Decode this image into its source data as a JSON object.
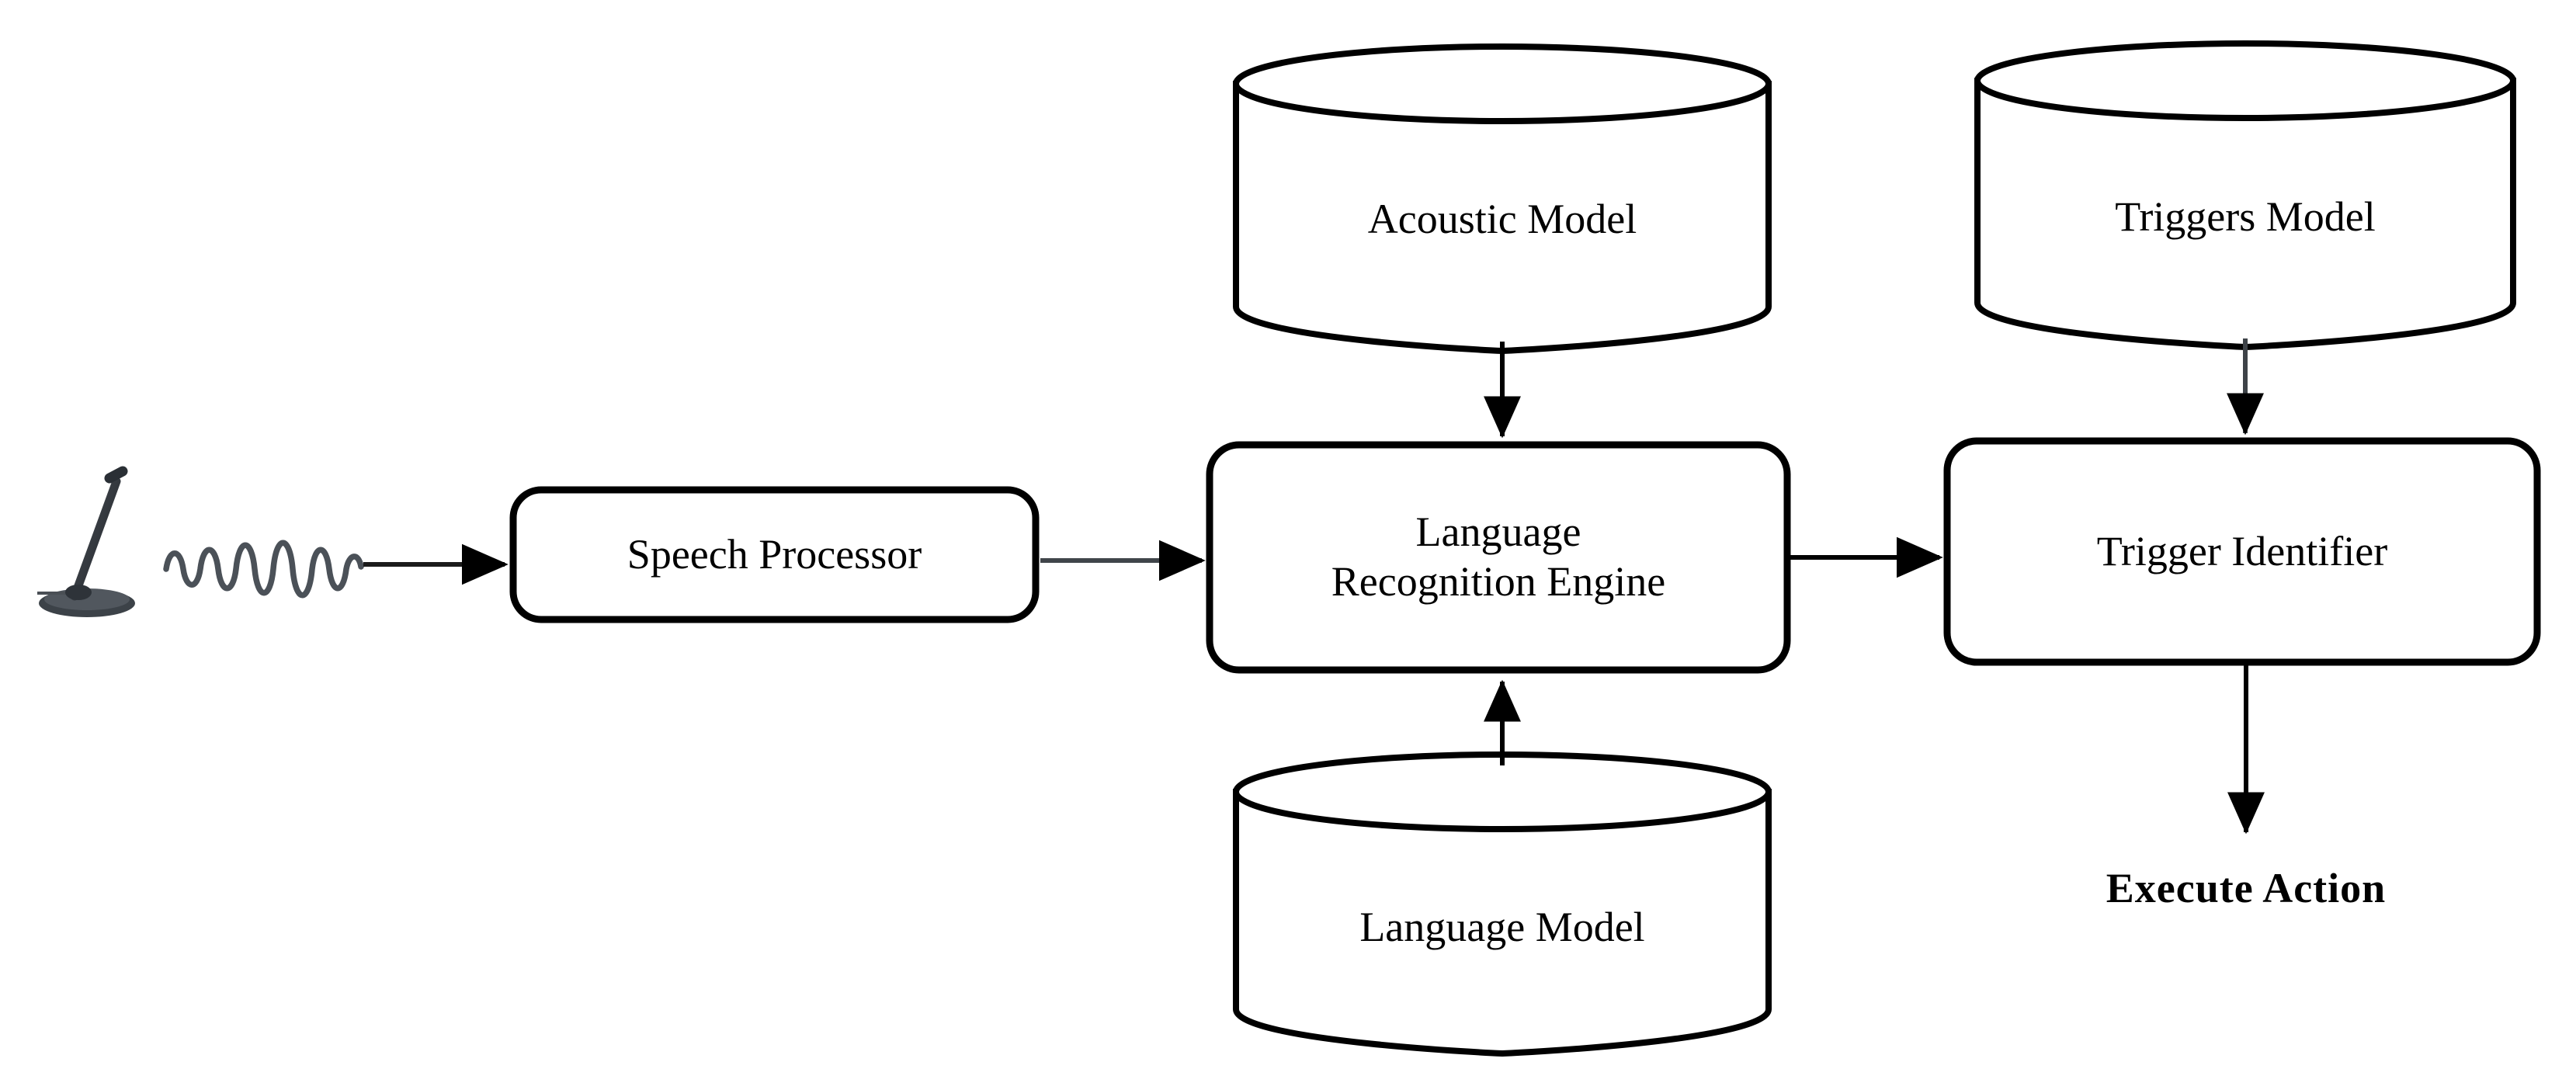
{
  "diagram": {
    "title": "Speech-driven trigger execution pipeline",
    "type": "flowchart",
    "background_color": "#ffffff",
    "stroke_color": "#000000",
    "text_color": "#000000"
  },
  "nodes": {
    "microphone": {
      "label": "",
      "icon": "microphone-icon",
      "shape": "image"
    },
    "sound_wave": {
      "label": "",
      "icon": "sound-wave-icon",
      "shape": "waveform"
    },
    "speech_processor": {
      "label": "Speech Processor",
      "shape": "rounded-rectangle"
    },
    "language_recognition_engine": {
      "label": "Language\nRecognition Engine",
      "shape": "rounded-rectangle"
    },
    "trigger_identifier": {
      "label": "Trigger Identifier",
      "shape": "rounded-rectangle"
    },
    "acoustic_model": {
      "label": "Acoustic Model",
      "shape": "cylinder"
    },
    "language_model": {
      "label": "Language Model",
      "shape": "cylinder"
    },
    "triggers_model": {
      "label": "Triggers Model",
      "shape": "cylinder"
    },
    "execute_action": {
      "label": "Execute Action",
      "shape": "text-terminal",
      "bold": true
    }
  },
  "edges": [
    {
      "from": "sound_wave",
      "to": "speech_processor",
      "direction": "right"
    },
    {
      "from": "speech_processor",
      "to": "language_recognition_engine",
      "direction": "right"
    },
    {
      "from": "acoustic_model",
      "to": "language_recognition_engine",
      "direction": "down"
    },
    {
      "from": "language_model",
      "to": "language_recognition_engine",
      "direction": "up"
    },
    {
      "from": "language_recognition_engine",
      "to": "trigger_identifier",
      "direction": "right"
    },
    {
      "from": "triggers_model",
      "to": "trigger_identifier",
      "direction": "down"
    },
    {
      "from": "trigger_identifier",
      "to": "execute_action",
      "direction": "down"
    }
  ]
}
